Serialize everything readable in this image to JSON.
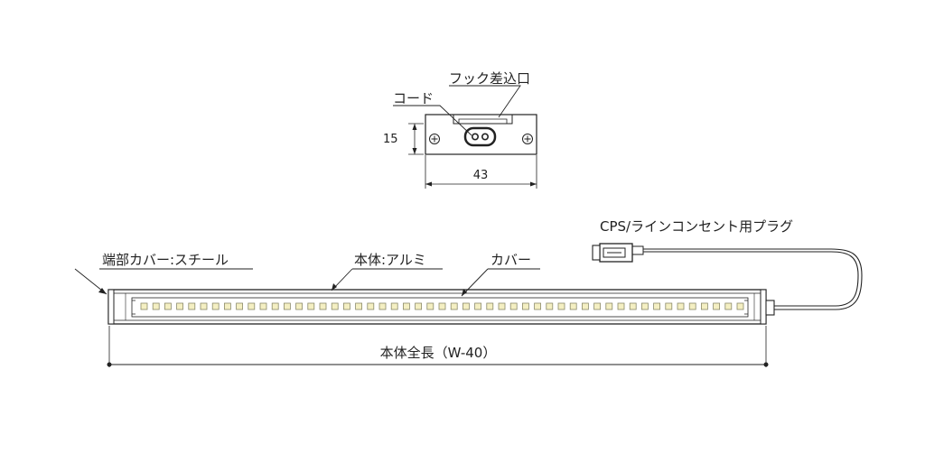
{
  "end_view": {
    "hook_label": "フック差込口",
    "cord_label": "コード",
    "height_dim": "15",
    "width_dim": "43"
  },
  "side_view": {
    "plug_label": "CPS/ラインコンセント用プラグ",
    "end_cover_label": "端部カバー:スチール",
    "body_label": "本体:アルミ",
    "cover_label": "カバー",
    "overall_length_label": "本体全長（W-40）"
  },
  "colors": {
    "line": "#222222",
    "led_fill": "#f4efc2",
    "led_stroke": "#8a8a6a"
  }
}
